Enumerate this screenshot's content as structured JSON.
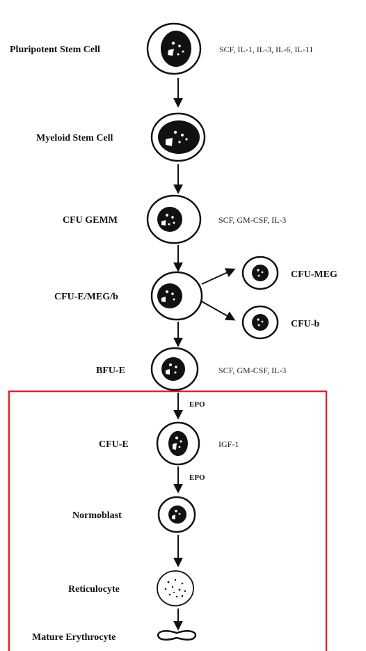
{
  "diagram": {
    "cells": {
      "pluripotent": {
        "label": "Pluripotent Stem Cell",
        "factors": "SCF,  IL-1, IL-3, IL-6, IL-11"
      },
      "myeloid": {
        "label": "Myeloid  Stem Cell"
      },
      "cfu_gemm": {
        "label": "CFU  GEMM",
        "factors": "SCF, GM-CSF, IL-3"
      },
      "cfu_emegb": {
        "label": "CFU-E/MEG/b"
      },
      "cfu_meg": {
        "label": "CFU-MEG"
      },
      "cfu_b": {
        "label": "CFU-b"
      },
      "bfu_e": {
        "label": "BFU-E",
        "factors": "SCF, GM-CSF, IL-3"
      },
      "cfu_e": {
        "label": "CFU-E",
        "factors": "IGF-1"
      },
      "normoblast": {
        "label": "Normoblast"
      },
      "reticulocyte": {
        "label": "Reticulocyte"
      },
      "erythrocyte": {
        "label": "Mature  Erythrocyte"
      }
    },
    "arrow_labels": {
      "epo_1": "EPO",
      "epo_2": "EPO"
    },
    "colors": {
      "highlight_box": "#d9272e",
      "ink": "#111111"
    }
  }
}
